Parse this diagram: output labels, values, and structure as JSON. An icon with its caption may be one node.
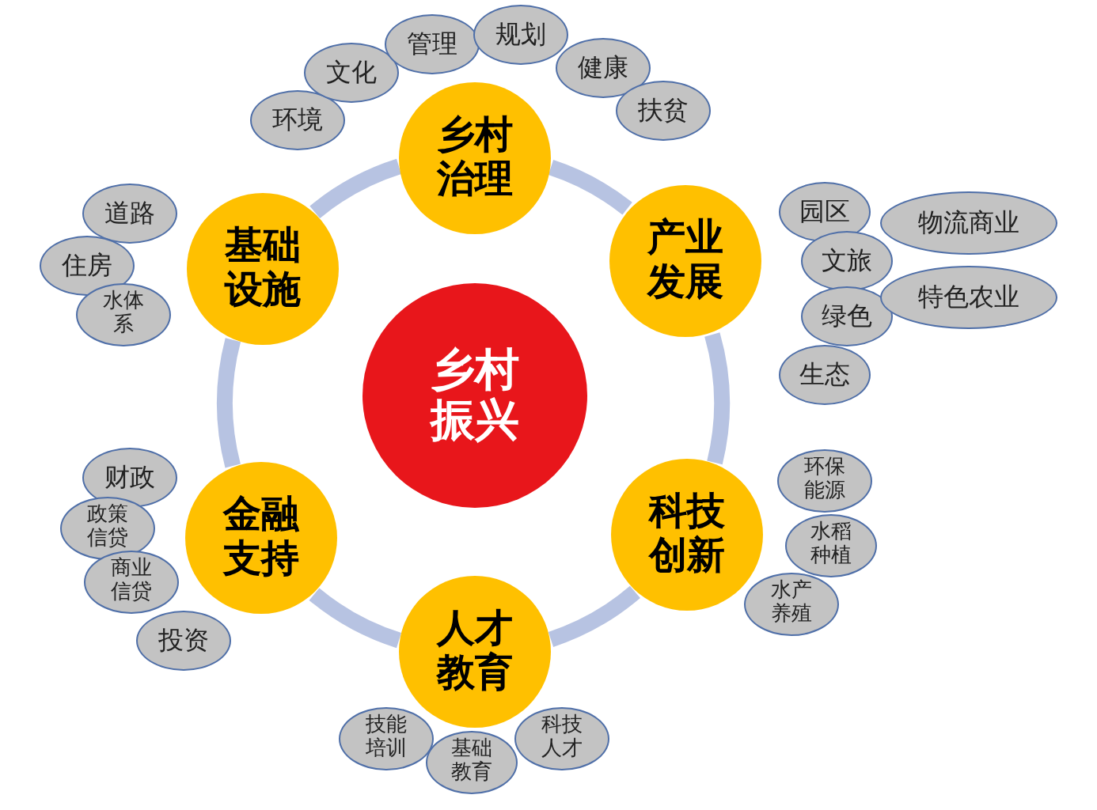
{
  "diagram": {
    "nodes": [
      {
        "text": [
          "乡村振兴"
        ]
      },
      {
        "text": [
          "乡村治理"
        ]
      },
      {
        "text": [
          "环境"
        ]
      },
      {
        "text": [
          "文化"
        ]
      },
      {
        "text": [
          "管理"
        ]
      },
      {
        "text": [
          "规划"
        ]
      },
      {
        "text": [
          "健康"
        ]
      },
      {
        "text": [
          "扶贫"
        ]
      },
      {
        "text": [
          "产业发展"
        ]
      },
      {
        "text": [
          "园区"
        ]
      },
      {
        "text": [
          "物流商业"
        ]
      },
      {
        "text": [
          "文旅"
        ]
      },
      {
        "text": [
          "绿色"
        ]
      },
      {
        "text": [
          "特色农业"
        ]
      },
      {
        "text": [
          "生态"
        ]
      },
      {
        "text": [
          "科技创新"
        ]
      },
      {
        "text": [
          "环保能源"
        ]
      },
      {
        "text": [
          "水稻种植"
        ]
      },
      {
        "text": [
          "水产养殖"
        ]
      },
      {
        "text": [
          "人才教育"
        ]
      },
      {
        "text": [
          "技能培训"
        ]
      },
      {
        "text": [
          "基础教育"
        ]
      },
      {
        "text": [
          "科技人才"
        ]
      },
      {
        "text": [
          "金融支持"
        ]
      },
      {
        "text": [
          "财政"
        ]
      },
      {
        "text": [
          "政策信贷"
        ]
      },
      {
        "text": [
          "商业信贷"
        ]
      },
      {
        "text": [
          "投资"
        ]
      },
      {
        "text": [
          "基础设施"
        ]
      },
      {
        "text": [
          "道路"
        ]
      },
      {
        "text": [
          "住房"
        ]
      },
      {
        "text": [
          "水体系"
        ]
      }
    ],
    "edges": [
      {
        "from": 1,
        "to": 8,
        "arrow": "none"
      },
      {
        "from": 8,
        "to": 15,
        "arrow": "none"
      },
      {
        "from": 15,
        "to": 19,
        "arrow": "none"
      },
      {
        "from": 19,
        "to": 23,
        "arrow": "none"
      },
      {
        "from": 23,
        "to": 28,
        "arrow": "none"
      },
      {
        "from": 28,
        "to": 1,
        "arrow": "none"
      }
    ]
  }
}
